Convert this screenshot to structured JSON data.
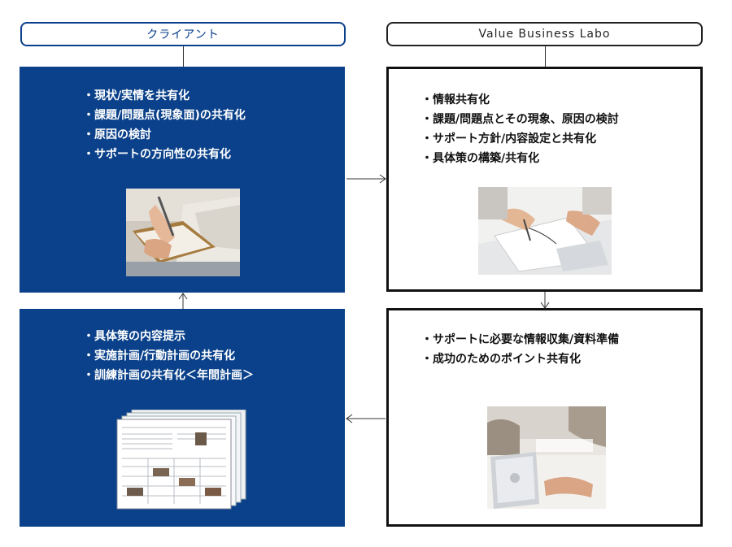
{
  "client": {
    "title": "クライアント",
    "top_items": [
      "現状/実情を共有化",
      "課題/問題点(現象面)の共有化",
      "原因の検討",
      "サポートの方向性の共有化"
    ],
    "bottom_items": [
      "具体策の内容提示",
      "実施計画/行動計画の共有化",
      "訓練計画の共有化＜年間計画＞"
    ]
  },
  "vbl": {
    "title": "Value Business Labo",
    "top_items": [
      "情報共有化",
      "課題/問題点とその現象、原因の検討",
      "サポート方針/内容設定と共有化",
      "具体策の構築/共有化"
    ],
    "bottom_items": [
      "サポートに必要な情報収集/資料準備",
      "成功のためのポイント共有化"
    ]
  },
  "colors": {
    "client_blue": "#0a418a",
    "border_dark": "#111111"
  },
  "images": [
    "notebook-writing-photo",
    "meeting-documents-photo",
    "schedule-documents-image",
    "laptop-team-photo"
  ]
}
